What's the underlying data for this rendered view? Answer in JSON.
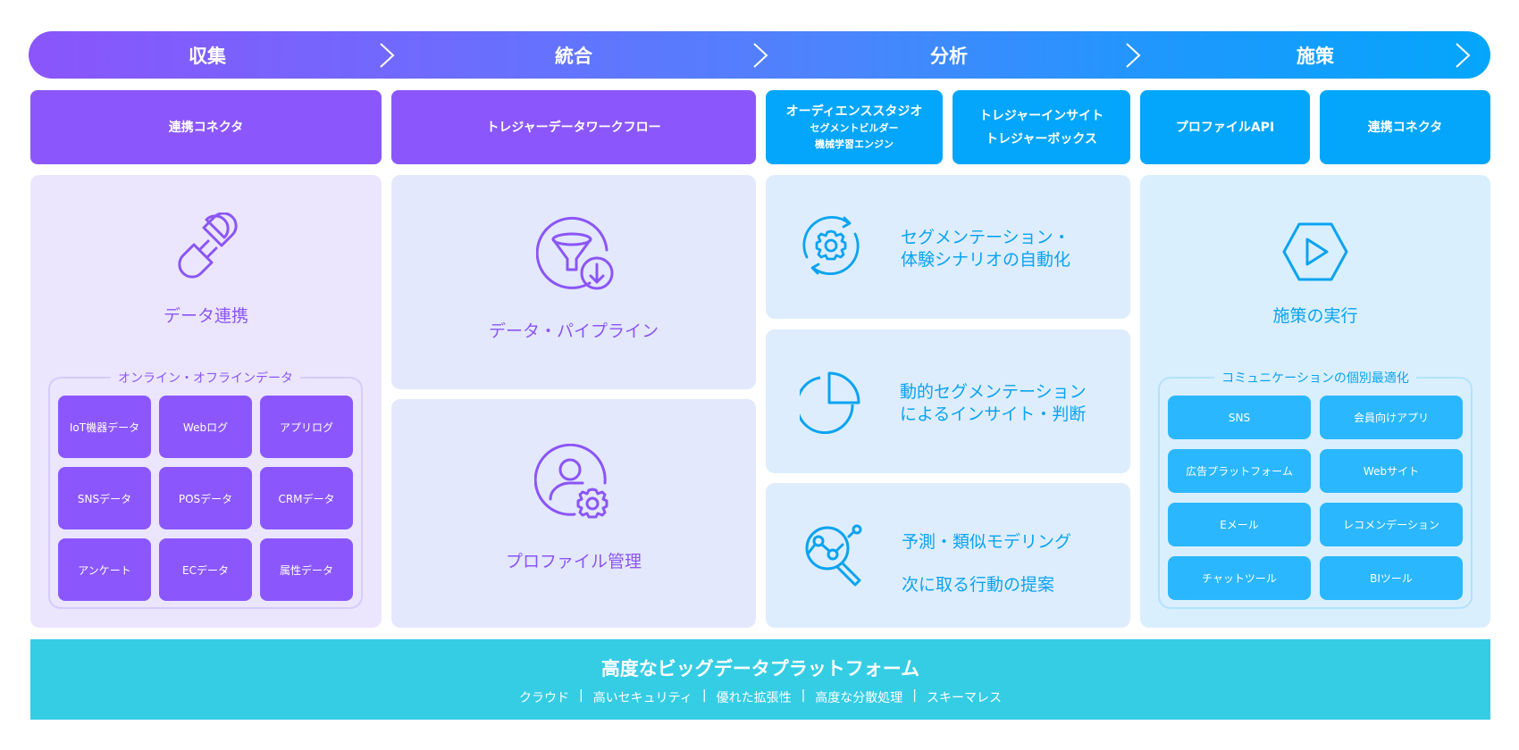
{
  "stages": [
    {
      "label": "収集"
    },
    {
      "label": "統合"
    },
    {
      "label": "分析"
    },
    {
      "label": "施策"
    }
  ],
  "products": {
    "collect": {
      "label": "連携コネクタ"
    },
    "integrate": {
      "label": "トレジャーデータワークフロー"
    },
    "analyze_1": {
      "line1": "オーディエンススタジオ",
      "line2": "セグメントビルダー",
      "line3": "機械学習エンジン"
    },
    "analyze_2": {
      "line1": "トレジャーインサイト",
      "line2": "トレジャーボックス"
    },
    "action_1": {
      "label": "プロファイルAPI"
    },
    "action_2": {
      "label": "連携コネクタ"
    }
  },
  "collect_panel": {
    "title": "データ連携",
    "icon": "plug-connect-icon",
    "group_label": "オンライン・オフラインデータ",
    "sources": [
      "IoT機器データ",
      "Webログ",
      "アプリログ",
      "SNSデータ",
      "POSデータ",
      "CRMデータ",
      "アンケート",
      "ECデータ",
      "属性データ"
    ]
  },
  "integrate_panels": [
    {
      "title": "データ・パイプライン",
      "icon": "funnel-download-icon"
    },
    {
      "title": "プロファイル管理",
      "icon": "user-gear-icon"
    }
  ],
  "analyze_panels": [
    {
      "line1": "セグメンテーション・",
      "line2": "体験シナリオの自動化",
      "icon": "gear-cycle-icon"
    },
    {
      "line1": "動的セグメンテーション",
      "line2": "によるインサイト・判断",
      "icon": "pie-chart-icon"
    },
    {
      "line1": "予測・類似モデリング",
      "line2": "次に取る行動の提案",
      "icon": "magnify-chart-icon"
    }
  ],
  "action_panel": {
    "title": "施策の実行",
    "icon": "hexagon-play-icon",
    "group_label": "コミュニケーションの個別最適化",
    "channels": [
      "SNS",
      "会員向けアプリ",
      "広告プラットフォーム",
      "Webサイト",
      "Eメール",
      "レコメンデーション",
      "チャットツール",
      "BIツール"
    ]
  },
  "footer": {
    "title": "高度なビッグデータプラットフォーム",
    "features": [
      "クラウド",
      "高いセキュリティ",
      "優れた拡張性",
      "高度な分散処理",
      "スキーマレス"
    ],
    "separator": "|"
  },
  "colors": {
    "purple": "#8b57fc",
    "blue": "#03a6fa",
    "chip_blue": "#2bb7fd",
    "footer": "#35cde4"
  }
}
